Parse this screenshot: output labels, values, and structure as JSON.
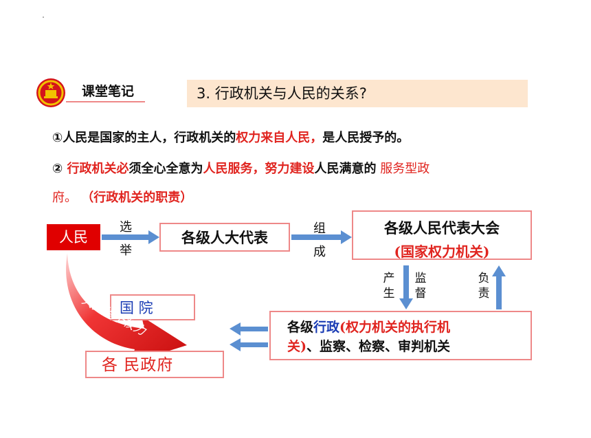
{
  "header": {
    "notes_title": "课堂笔记",
    "question": "3.  行政机关与人民的关系?"
  },
  "paragraphs": {
    "p1_a": "①人民是国家的主人，行政机关的",
    "p1_b": "权力来自人民，",
    "p1_c": "是人民授予的。",
    "p2_a": "②  ",
    "p2_b": "行政机关必",
    "p2_c": "须全心全意为",
    "p2_d": "人民服务，努力建设",
    "p2_e": "人民满意的",
    "p2_f": " 服务型政",
    "p3_a": "府。",
    "p3_b": "  （行政机关的职责）"
  },
  "diagram": {
    "renmin": "人民",
    "xuanju_1": "选",
    "xuanju_2": "举",
    "daibiao": "各级人大代表",
    "zucheng_1": "组",
    "zucheng_2": "成",
    "dahui_line1": "各级人民代表大会",
    "dahui_line2": "(国家权力机关)",
    "chansheng_1": "产",
    "chansheng_2": "生",
    "jiandu_1": "监",
    "jiandu_2": "督",
    "fuze_1": "负",
    "fuze_2": "责",
    "xz_a": "各级",
    "xz_b": "行政",
    "xz_c": "(权力机关的执行机",
    "xz_d": "关)",
    "xz_e": "、监察、检察、审判机关",
    "guowuyuan": "国   院",
    "zhengfu": "各        民政府",
    "big_arrow_text": "人民授予权力"
  },
  "colors": {
    "accent_red": "#e0241f",
    "box_border": "#ee8888",
    "arrow_blue": "#5b8fd1",
    "question_bg": "#fde6cf"
  }
}
